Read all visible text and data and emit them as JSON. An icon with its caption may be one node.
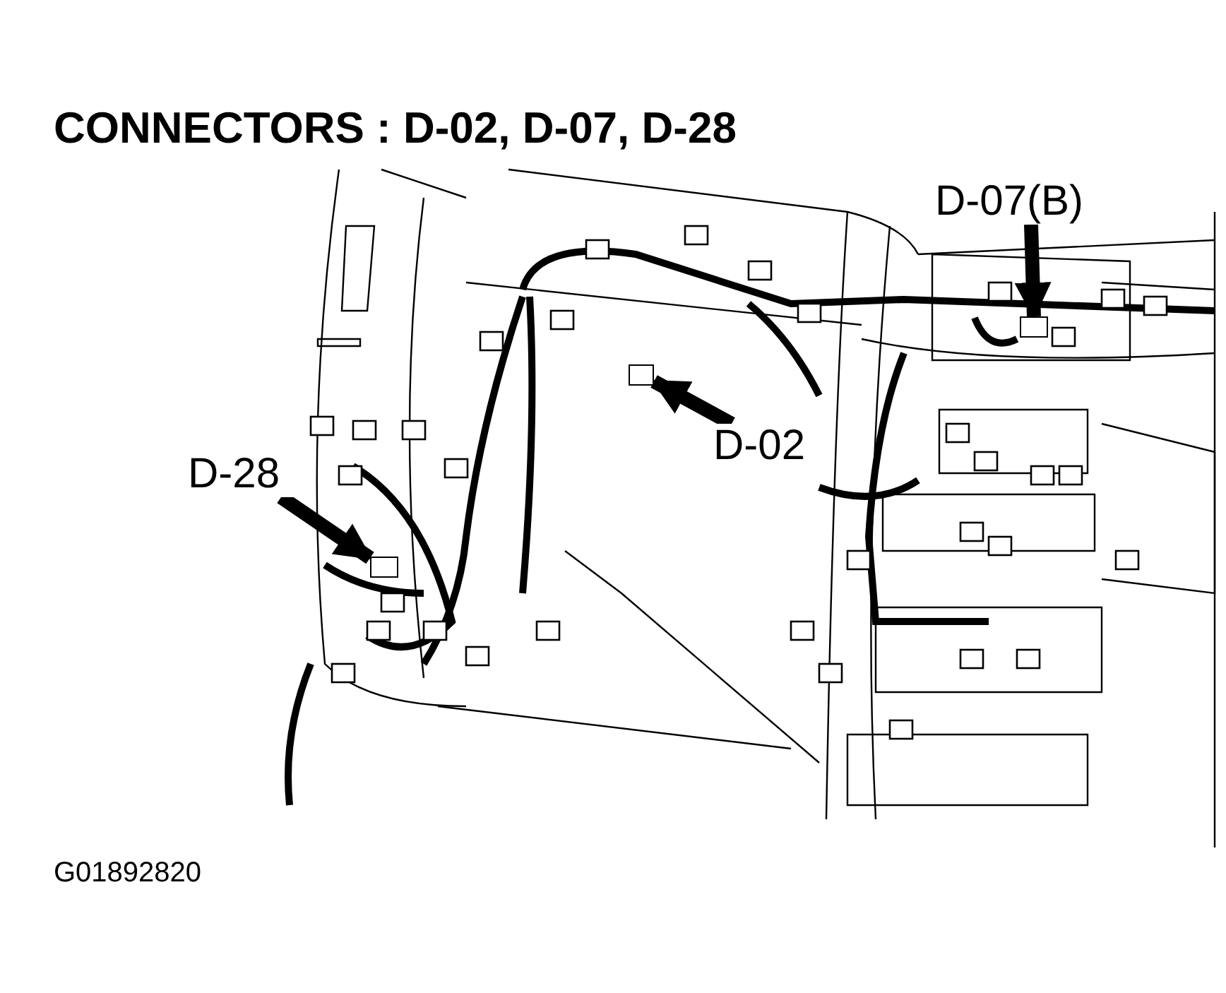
{
  "diagram": {
    "title": "CONNECTORS : D-02, D-07, D-28",
    "nodes": [
      {
        "text": [
          "D-07(B)"
        ]
      },
      {
        "text": [],
        "shape": "box"
      },
      {
        "text": [
          "D-02"
        ]
      },
      {
        "text": [],
        "shape": "box"
      },
      {
        "text": [
          "D-28"
        ]
      },
      {
        "text": [],
        "shape": "box"
      }
    ],
    "edges": [
      {
        "from": 0,
        "to": 1,
        "arrow": "to"
      },
      {
        "from": 2,
        "to": 3,
        "arrow": "to"
      },
      {
        "from": 4,
        "to": 5,
        "arrow": "to"
      }
    ],
    "labels": [
      "G01892820"
    ]
  }
}
